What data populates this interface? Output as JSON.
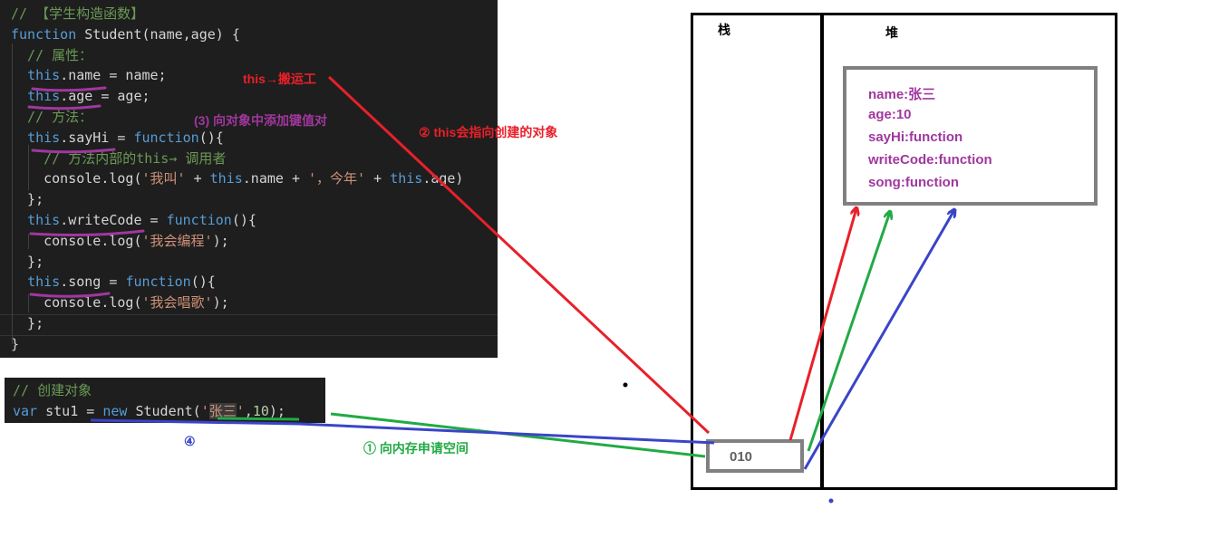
{
  "code_top": [
    {
      "segs": [
        {
          "t": "// 【学生构造函数】",
          "c": "cm"
        }
      ]
    },
    {
      "segs": [
        {
          "t": "function",
          "c": "kw"
        },
        {
          "t": " Student(name,age) {",
          "c": ""
        }
      ]
    },
    {
      "segs": [
        {
          "t": "  // 属性：",
          "c": "cm"
        }
      ]
    },
    {
      "segs": [
        {
          "t": "  ",
          "c": ""
        },
        {
          "t": "this",
          "c": "kw"
        },
        {
          "t": ".name = name;",
          "c": ""
        }
      ]
    },
    {
      "segs": [
        {
          "t": "  ",
          "c": ""
        },
        {
          "t": "this",
          "c": "kw"
        },
        {
          "t": ".age = age;",
          "c": ""
        }
      ]
    },
    {
      "segs": [
        {
          "t": "  // 方法：",
          "c": "cm"
        }
      ]
    },
    {
      "segs": [
        {
          "t": "  ",
          "c": ""
        },
        {
          "t": "this",
          "c": "kw"
        },
        {
          "t": ".sayHi = ",
          "c": ""
        },
        {
          "t": "function",
          "c": "kw"
        },
        {
          "t": "(){",
          "c": ""
        }
      ]
    },
    {
      "segs": [
        {
          "t": "    // 方法内部的this→ 调用者",
          "c": "cm"
        }
      ]
    },
    {
      "segs": [
        {
          "t": "    console.log(",
          "c": ""
        },
        {
          "t": "'我叫'",
          "c": "str"
        },
        {
          "t": " + ",
          "c": ""
        },
        {
          "t": "this",
          "c": "kw"
        },
        {
          "t": ".name + ",
          "c": ""
        },
        {
          "t": "'，今年'",
          "c": "str"
        },
        {
          "t": " + ",
          "c": ""
        },
        {
          "t": "this",
          "c": "kw"
        },
        {
          "t": ".age)",
          "c": ""
        }
      ]
    },
    {
      "segs": [
        {
          "t": "  };",
          "c": ""
        }
      ]
    },
    {
      "segs": [
        {
          "t": "  ",
          "c": ""
        },
        {
          "t": "this",
          "c": "kw"
        },
        {
          "t": ".writeCode = ",
          "c": ""
        },
        {
          "t": "function",
          "c": "kw"
        },
        {
          "t": "(){",
          "c": ""
        }
      ]
    },
    {
      "segs": [
        {
          "t": "    console.log(",
          "c": ""
        },
        {
          "t": "'我会编程'",
          "c": "str"
        },
        {
          "t": ");",
          "c": ""
        }
      ]
    },
    {
      "segs": [
        {
          "t": "  };",
          "c": ""
        }
      ]
    },
    {
      "segs": [
        {
          "t": "  ",
          "c": ""
        },
        {
          "t": "this",
          "c": "kw"
        },
        {
          "t": ".song = ",
          "c": ""
        },
        {
          "t": "function",
          "c": "kw"
        },
        {
          "t": "(){",
          "c": ""
        }
      ]
    },
    {
      "segs": [
        {
          "t": "    console.log(",
          "c": ""
        },
        {
          "t": "'我会唱歌'",
          "c": "str"
        },
        {
          "t": ");",
          "c": ""
        }
      ]
    },
    {
      "segs": [
        {
          "t": "  };",
          "c": ""
        }
      ]
    },
    {
      "segs": [
        {
          "t": "}",
          "c": ""
        }
      ]
    }
  ],
  "code_bottom": [
    {
      "segs": [
        {
          "t": "// 创建对象",
          "c": "cm"
        }
      ]
    },
    {
      "segs": [
        {
          "t": "var",
          "c": "kw"
        },
        {
          "t": " stu1 = ",
          "c": ""
        },
        {
          "t": "new",
          "c": "kw"
        },
        {
          "t": " Student(",
          "c": ""
        },
        {
          "t": "'",
          "c": "str"
        },
        {
          "t": "张三",
          "c": "str hl"
        },
        {
          "t": "'",
          "c": "str"
        },
        {
          "t": ",",
          "c": ""
        },
        {
          "t": "10",
          "c": "num"
        },
        {
          "t": ");",
          "c": ""
        }
      ]
    }
  ],
  "memory": {
    "stack_title": "栈",
    "heap_title": "堆",
    "address": "010",
    "heap_props": [
      "name:张三",
      "age:10",
      "sayHi:function",
      "writeCode:function",
      "song:function"
    ]
  },
  "annotations": {
    "this_porter": "this→搬运工",
    "step3": "(3) 向对象中添加键值对",
    "step2": "② this会指向创建的对象",
    "step1": "① 向内存申请空间",
    "step4": "④"
  },
  "colors": {
    "red": "#e8202a",
    "green": "#22aa44",
    "blue": "#3a44c8",
    "purple": "#a0379e"
  }
}
